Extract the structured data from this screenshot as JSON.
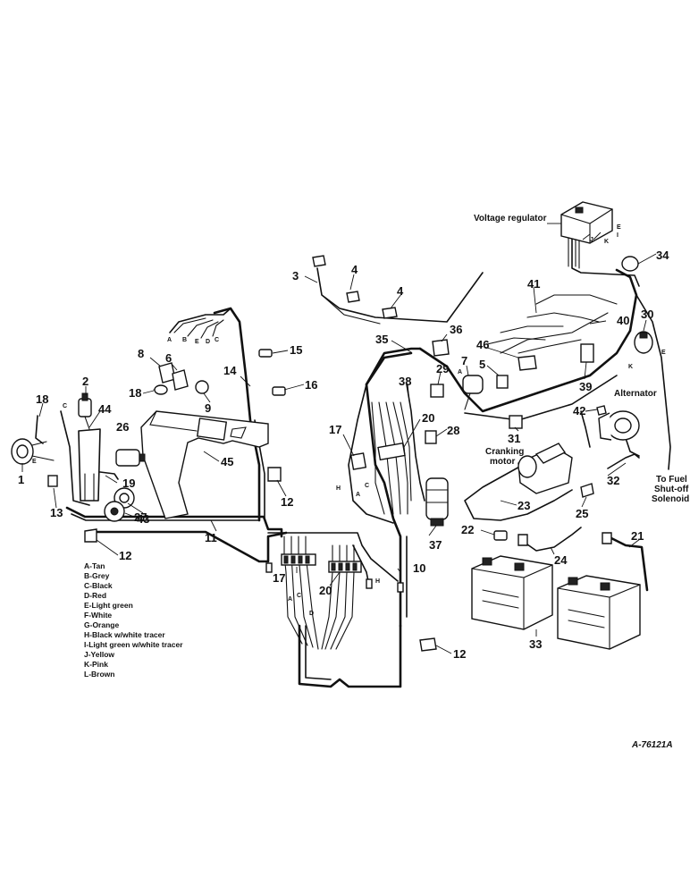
{
  "callouts": [
    "1",
    "2",
    "3",
    "4",
    "4",
    "5",
    "6",
    "7",
    "8",
    "9",
    "10",
    "11",
    "12",
    "12",
    "12",
    "13",
    "14",
    "15",
    "16",
    "17",
    "17",
    "18",
    "18",
    "19",
    "20",
    "20",
    "21",
    "22",
    "23",
    "24",
    "25",
    "26",
    "27",
    "28",
    "29",
    "30",
    "31",
    "32",
    "33",
    "34",
    "35",
    "36",
    "37",
    "38",
    "39",
    "40",
    "41",
    "42",
    "43",
    "44",
    "45",
    "46"
  ],
  "labels": {
    "voltage_regulator": "Voltage regulator",
    "alternator": "Alternator",
    "cranking_motor_1": "Cranking",
    "cranking_motor_2": "motor",
    "fuel_1": "To Fuel",
    "fuel_2": "Shut-off",
    "fuel_3": "Solenoid",
    "figure_id": "A-76121A"
  },
  "wire_letters": [
    "A",
    "B",
    "C",
    "D",
    "E",
    "F",
    "G",
    "H",
    "I",
    "J",
    "K",
    "L"
  ],
  "legend": [
    "A-Tan",
    "B-Grey",
    "C-Black",
    "D-Red",
    "E-Light green",
    "F-White",
    "G-Orange",
    "H-Black w/white tracer",
    "I-Light green w/white tracer",
    "J-Yellow",
    "K-Pink",
    "L-Brown"
  ]
}
